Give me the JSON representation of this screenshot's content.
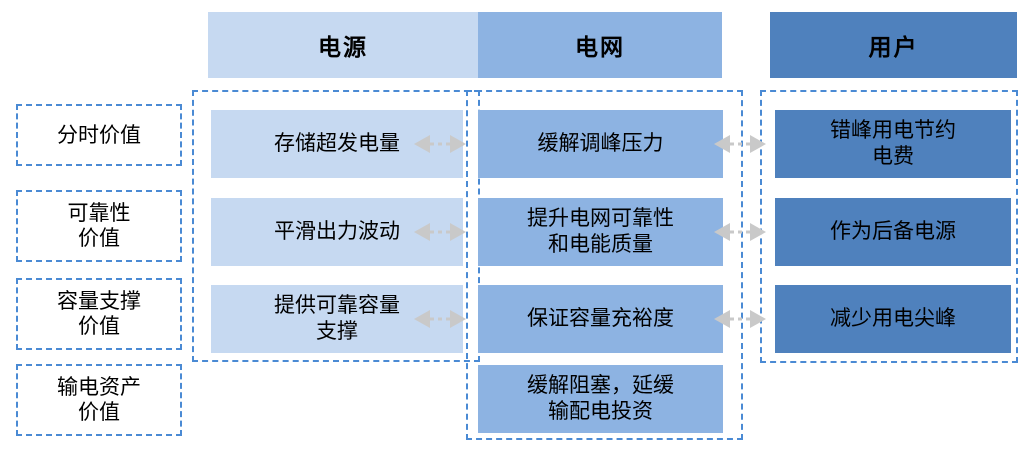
{
  "diagram": {
    "title_columns": [
      {
        "id": "source",
        "label": "电源",
        "color": "#C6D9F1"
      },
      {
        "id": "grid",
        "label": "电网",
        "color": "#8DB3E2"
      },
      {
        "id": "user",
        "label": "用户",
        "color": "#4F81BD"
      }
    ],
    "value_labels": [
      {
        "id": "time-shift",
        "label": "分时价值"
      },
      {
        "id": "reliability",
        "label": "可靠性\n价值"
      },
      {
        "id": "capacity-support",
        "label": "容量支撑\n价值"
      },
      {
        "id": "transmission-asset",
        "label": "输电资产\n价值"
      }
    ],
    "columns": {
      "source": {
        "header": "电源",
        "cells": [
          "存储超发电量",
          "平滑出力波动",
          "提供可靠容量\n支撑"
        ]
      },
      "grid": {
        "header": "电网",
        "cells": [
          "缓解调峰压力",
          "提升电网可靠性\n和电能质量",
          "保证容量充裕度",
          "缓解阻塞，延缓\n输配电投资"
        ]
      },
      "user": {
        "header": "用户",
        "cells": [
          "错峰用电节约\n电费",
          "作为后备电源",
          "减少用电尖峰"
        ]
      }
    },
    "connectors": [
      {
        "id": "source-grid-row0",
        "from": "source",
        "to": "grid",
        "style": "double-arrow"
      },
      {
        "id": "source-grid-row1",
        "from": "source",
        "to": "grid",
        "style": "double-arrow"
      },
      {
        "id": "source-grid-row2",
        "from": "source",
        "to": "grid",
        "style": "double-arrow"
      },
      {
        "id": "grid-user-row0",
        "from": "grid",
        "to": "user",
        "style": "double-arrow"
      },
      {
        "id": "grid-user-row1",
        "from": "grid",
        "to": "user",
        "style": "double-arrow"
      },
      {
        "id": "grid-user-row2",
        "from": "grid",
        "to": "user",
        "style": "double-arrow"
      }
    ],
    "colors": {
      "light_blue": "#C6D9F1",
      "medium_blue": "#8DB3E2",
      "dark_blue": "#4F81BD",
      "dashed_border": "#4A8AD4",
      "arrow_gray": "#C9C9C9",
      "background": "#FFFFFF"
    }
  }
}
